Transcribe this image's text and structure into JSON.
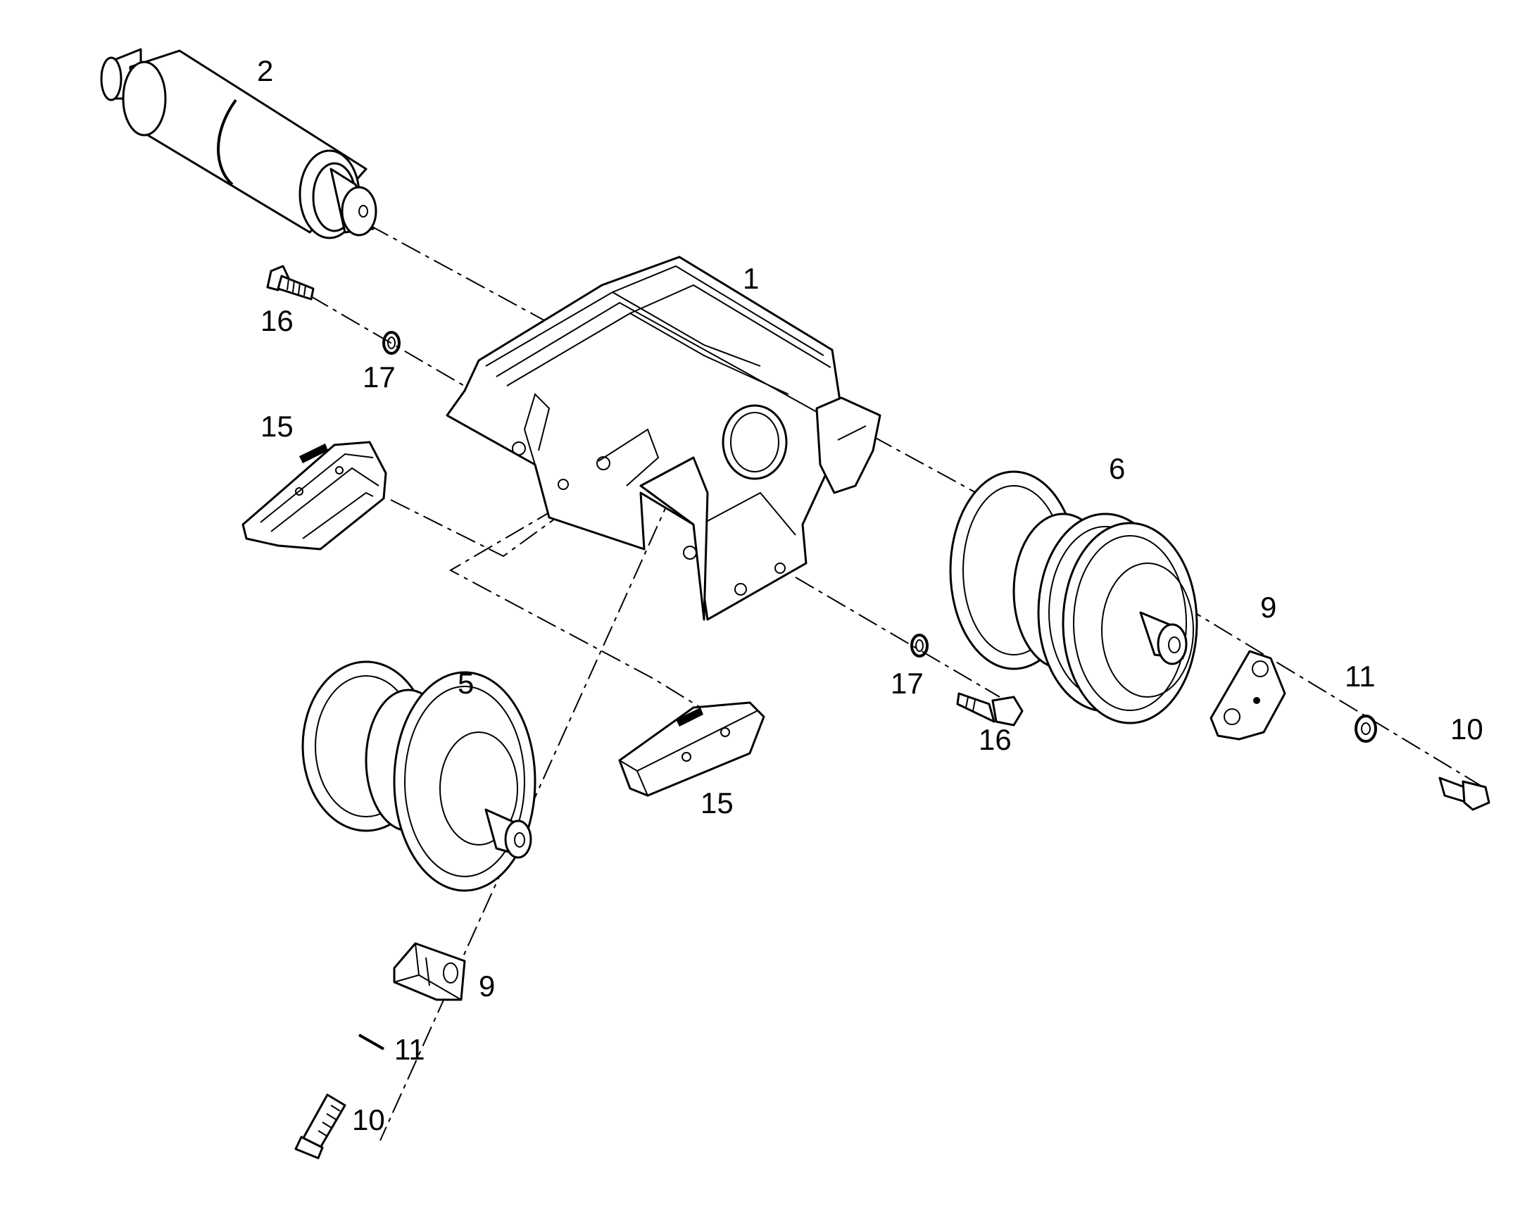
{
  "callouts": {
    "c1": "1",
    "c2": "2",
    "c5": "5",
    "c6": "6",
    "c9a": "9",
    "c9b": "9",
    "c10a": "10",
    "c10b": "10",
    "c11a": "11",
    "c11b": "11",
    "c15a": "15",
    "c15b": "15",
    "c16a": "16",
    "c16b": "16",
    "c17a": "17",
    "c17b": "17"
  },
  "colors": {
    "line": "#000000",
    "background": "#ffffff"
  }
}
